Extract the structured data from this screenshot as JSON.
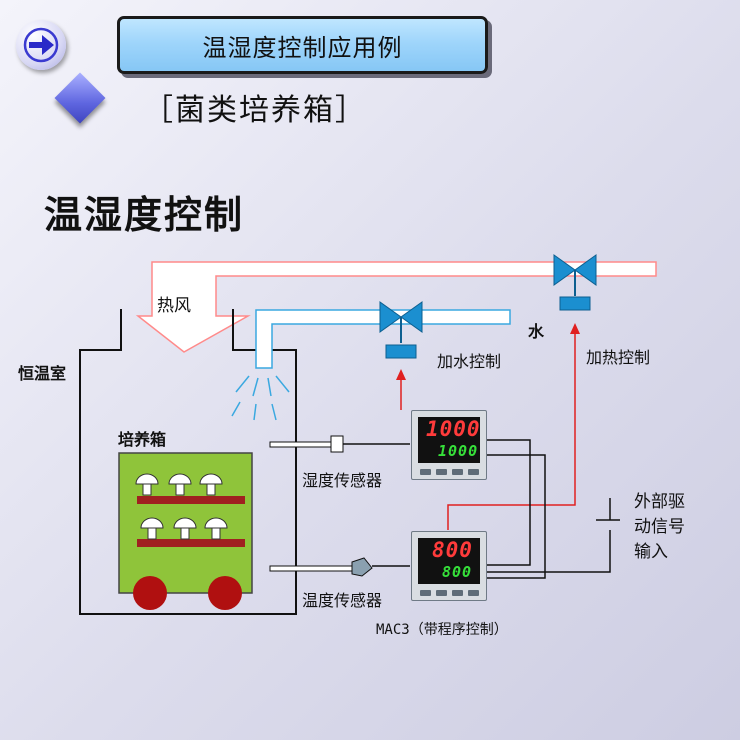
{
  "header": {
    "title": "温湿度控制应用例",
    "subtitle": "［菌类培养箱］",
    "heading": "温湿度控制"
  },
  "icons": {
    "nav": "arrow-right-icon",
    "bullet": "diamond-bullet-icon"
  },
  "diagram": {
    "hot_air_label": "热风",
    "chamber_label": "恒温室",
    "incubator_label": "培养箱",
    "water_label": "水",
    "water_control_label": "加水控制",
    "heat_control_label": "加热控制",
    "humidity_sensor_label": "湿度传感器",
    "temperature_sensor_label": "温度传感器",
    "external_drive_label": "外部驱\n动信号\n输入",
    "controller_caption": "MAC3（带程序控制）"
  },
  "controllers": {
    "humidity": {
      "pv": "1000",
      "sv": "1000"
    },
    "temperature": {
      "pv": "800",
      "sv": "800"
    }
  },
  "colors": {
    "title_bg": "#9fd5fb",
    "hot_air_pipe_edge": "#ff8a8a",
    "water_pipe_edge": "#3aa8e0",
    "valve": "#1b8fd0",
    "signal_line": "#e02020",
    "incubator": "#8fc43a",
    "shelf": "#a02020",
    "wheel": "#b01010"
  }
}
